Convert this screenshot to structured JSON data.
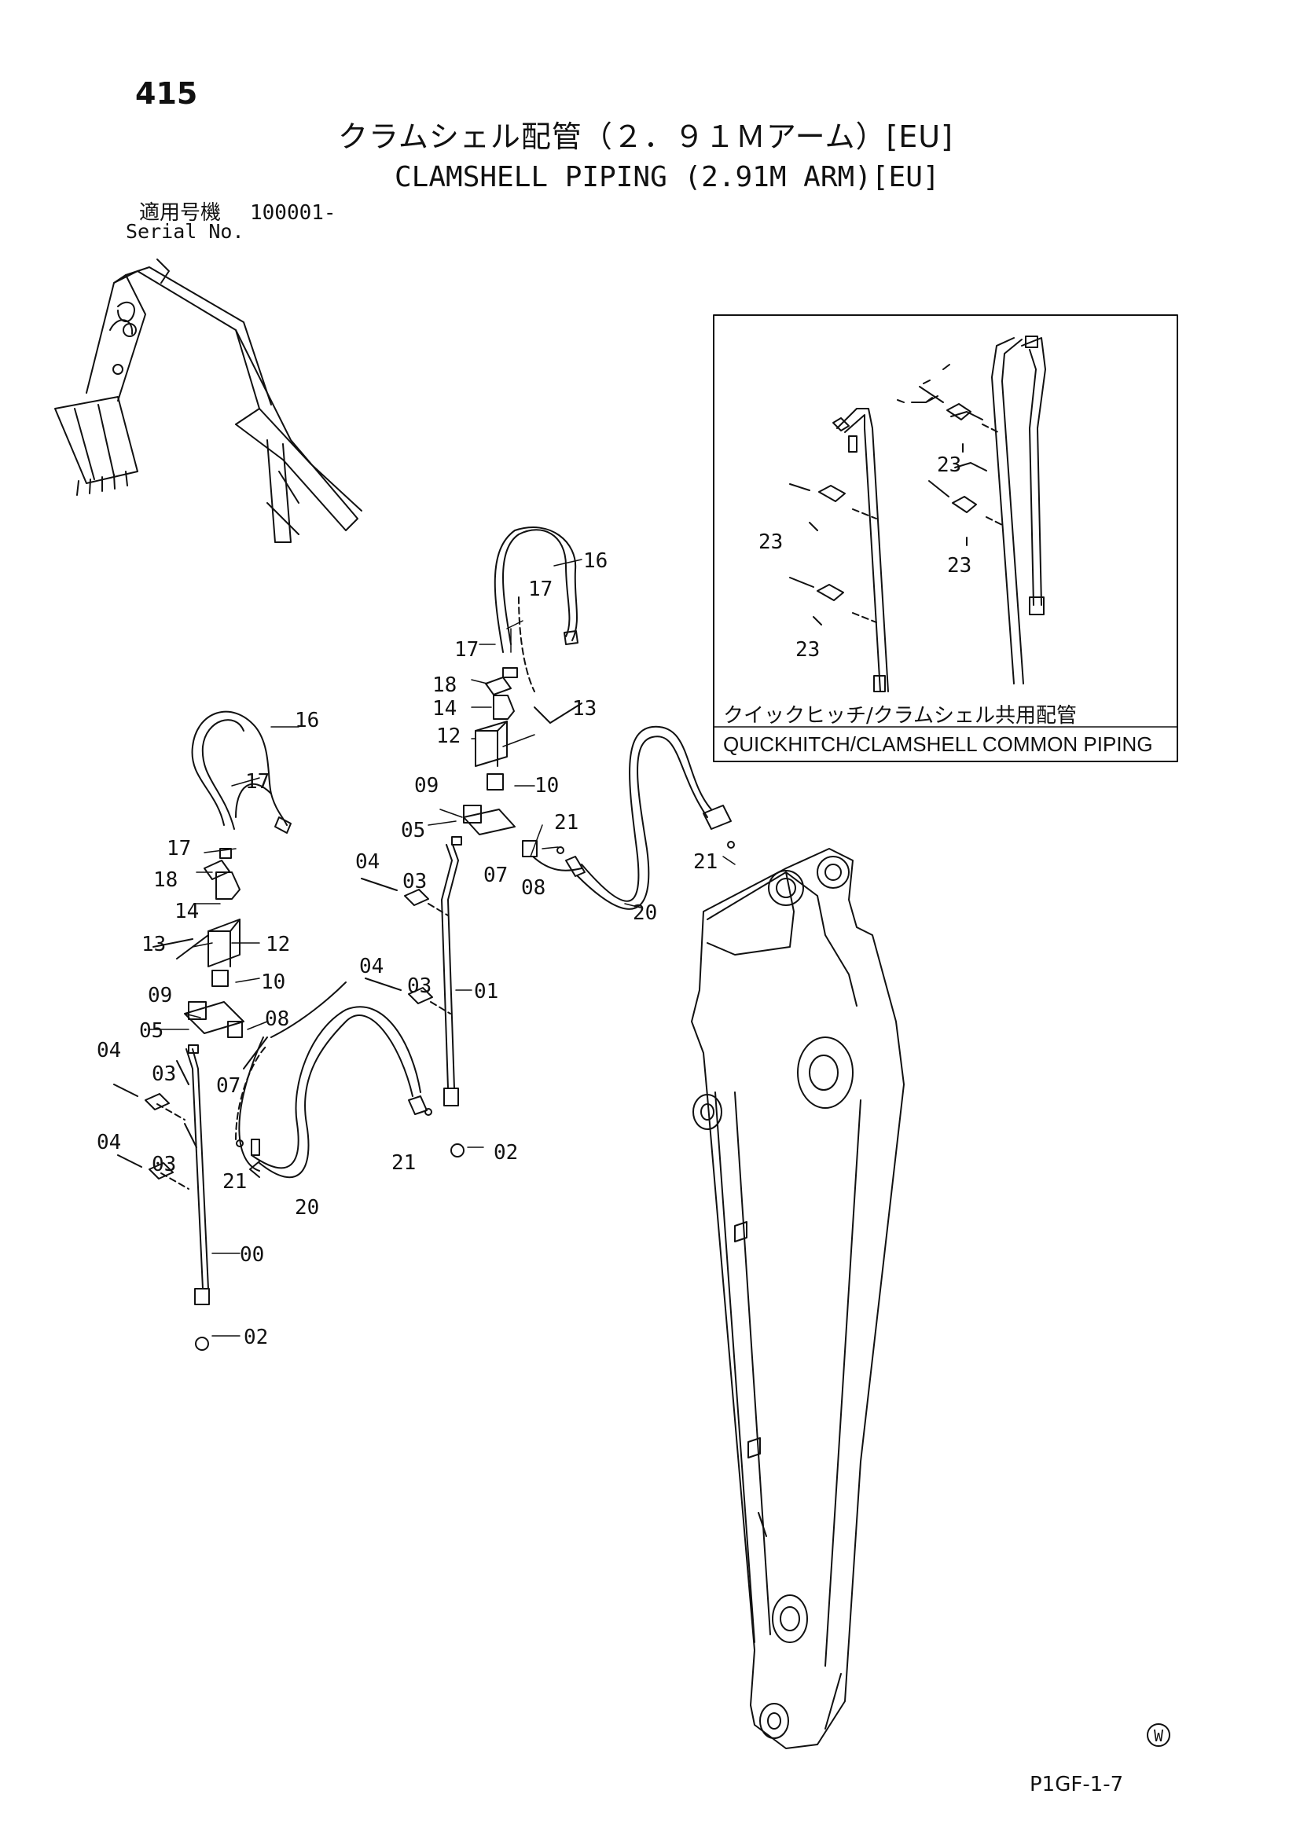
{
  "page_number": "415",
  "title_jp": "クラムシェル配管（２．９１Ｍアーム）[EU]",
  "title_en": "CLAMSHELL PIPING (2.91M ARM)[EU]",
  "serial_label_jp": "適用号機",
  "serial_value": "100001-",
  "serial_label_en": "Serial No.",
  "inset_caption_jp": "クイックヒッチ/クラムシェル共用配管",
  "inset_caption_en": "QUICKHITCH/CLAMSHELL COMMON PIPING",
  "mark": "W",
  "page_code": "P1GF-1-7",
  "callouts": {
    "c00": "00",
    "c01": "01",
    "c02": "02",
    "c03": "03",
    "c04": "04",
    "c05": "05",
    "c07": "07",
    "c08": "08",
    "c09": "09",
    "c10": "10",
    "c12": "12",
    "c13": "13",
    "c14": "14",
    "c16": "16",
    "c17": "17",
    "c18": "18",
    "c20": "20",
    "c21": "21",
    "c23": "23"
  }
}
